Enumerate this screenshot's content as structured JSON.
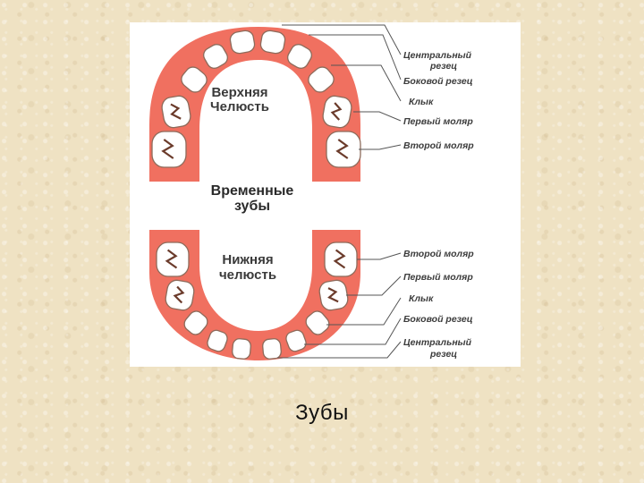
{
  "diagram": {
    "upper_jaw_title": [
      "Верхняя",
      "Челюсть"
    ],
    "center_title": [
      "Временные",
      "зубы"
    ],
    "lower_jaw_title": [
      "Нижняя",
      "челюсть"
    ],
    "upper_labels": [
      [
        "Центральный",
        "резец"
      ],
      [
        "Боковой резец"
      ],
      [
        "Клык"
      ],
      [
        "Первый моляр"
      ],
      [
        "Второй моляр"
      ]
    ],
    "lower_labels": [
      [
        "Второй моляр"
      ],
      [
        "Первый моляр"
      ],
      [
        "Клык"
      ],
      [
        "Боковой резец"
      ],
      [
        "Центральный",
        "резец"
      ]
    ],
    "colors": {
      "gum": "#f07060",
      "tooth": "#ffffff",
      "background": "#efe2c3"
    }
  },
  "caption": "Зубы"
}
